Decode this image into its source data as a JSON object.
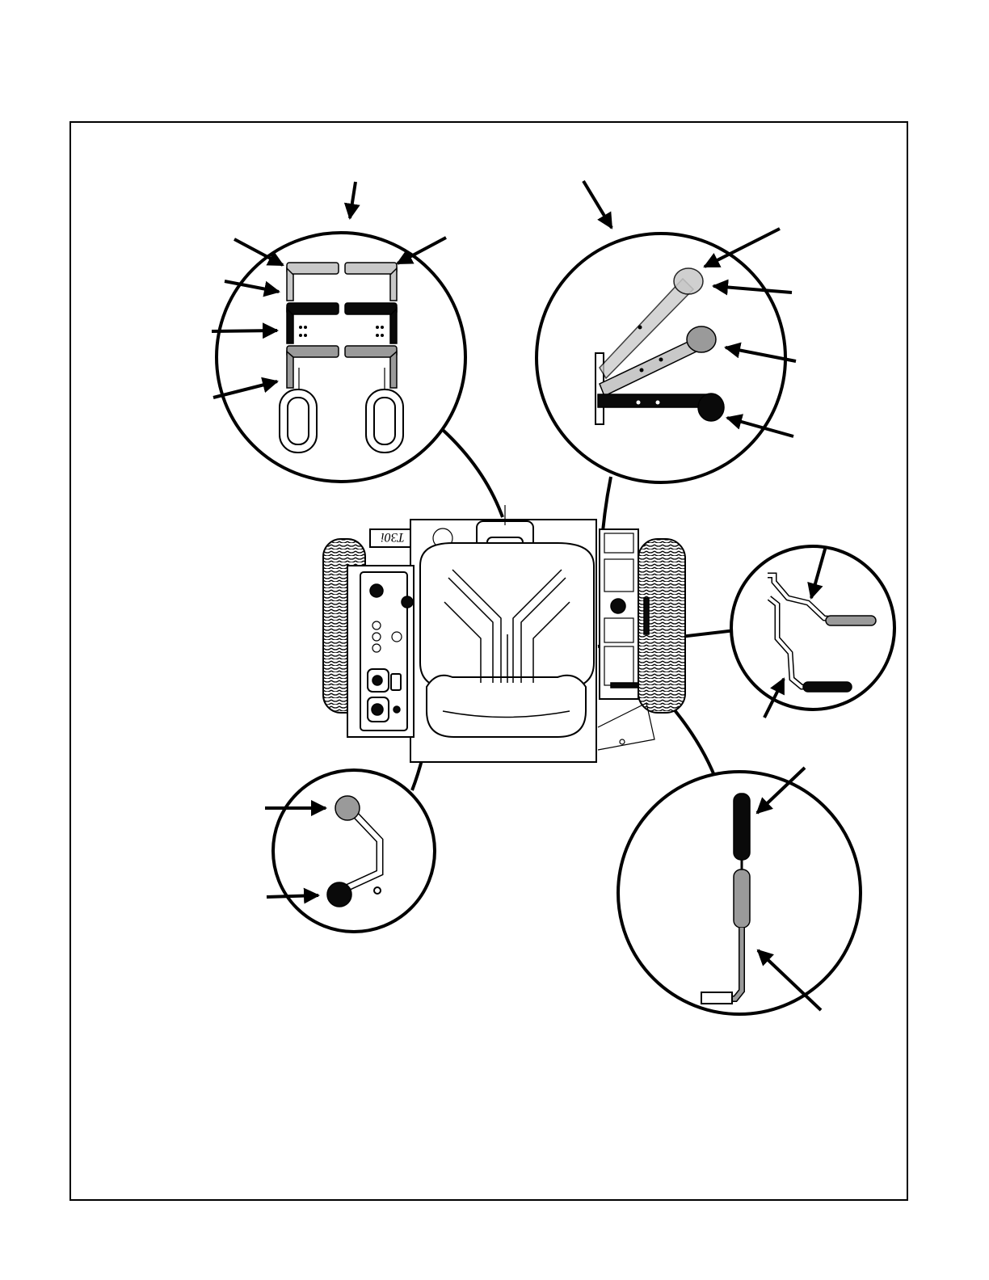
{
  "model_badge": "T30i",
  "colors": {
    "position_light": "#bdbdbd",
    "position_mid": "#9a9a9a",
    "position_dark": "#0a0a0a",
    "line": "#000000"
  },
  "icons": {
    "callout-arrow": "arrow",
    "detail-bubble": "circle"
  }
}
